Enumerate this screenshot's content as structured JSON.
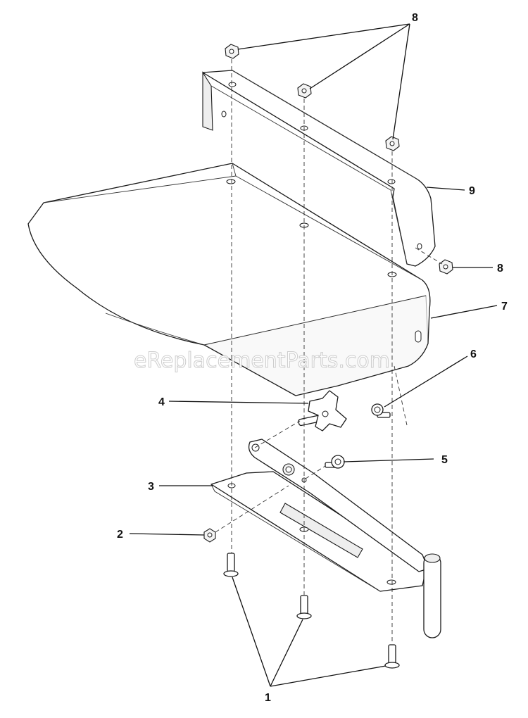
{
  "watermark": "eReplacementParts.com",
  "callouts": {
    "c1": "1",
    "c2": "2",
    "c3": "3",
    "c4": "4",
    "c5": "5",
    "c6": "6",
    "c7": "7",
    "c8_top": "8",
    "c8_side": "8",
    "c9": "9"
  },
  "colors": {
    "line": "#1a1a1a",
    "background": "#ffffff",
    "watermark_stroke": "#c8c8c8"
  }
}
